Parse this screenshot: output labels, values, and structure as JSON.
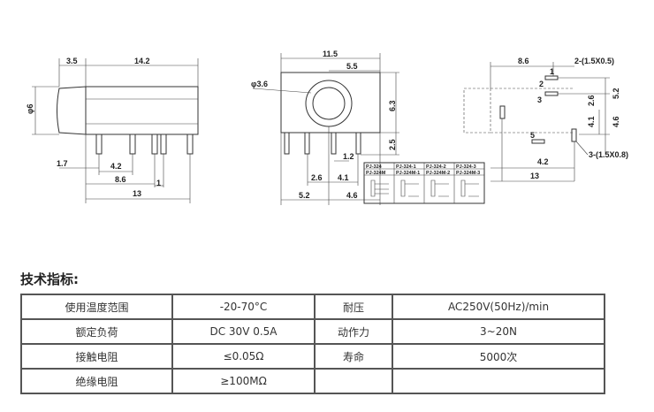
{
  "drawing": {
    "left": {
      "d1": "3.5",
      "d2": "14.2",
      "d3": "φ6",
      "d4": "1.7",
      "d5": "4.2",
      "d6": "8.6",
      "d7": "1",
      "d8": "13"
    },
    "middle": {
      "d1": "11.5",
      "d2": "5.5",
      "d3": "φ3.6",
      "d4": "6.3",
      "d5": "2.5",
      "d6": "1.2",
      "d7": "2.6",
      "d8": "4.1",
      "d9": "5.2",
      "d10": "4.6"
    },
    "right": {
      "d1": "8.6",
      "d2": "2-(1.5X0.5)",
      "p1": "1",
      "p2": "2",
      "p3": "3",
      "d3": "5.2",
      "d4": "2.6",
      "d5": "4.1",
      "d6": "4.6",
      "d7": "5",
      "d8": "4.2",
      "d9": "13",
      "d10": "3-(1.5X0.8)"
    },
    "models": [
      [
        "PJ-324",
        "PJ-324-1",
        "PJ-324-2",
        "PJ-324-3"
      ],
      [
        "PJ-324M",
        "PJ-324M-1",
        "PJ-324M-2",
        "PJ-324M-3"
      ]
    ]
  },
  "title": "技术指标:",
  "specs": [
    [
      "使用温度范围",
      "-20-70°C",
      "耐压",
      "AC250V(50Hz)/min"
    ],
    [
      "额定负荷",
      "DC 30V 0.5A",
      "动作力",
      "3~20N"
    ],
    [
      "接触电阻",
      "≤0.05Ω",
      "寿命",
      "5000次"
    ],
    [
      "绝缘电阻",
      "≥100MΩ",
      "",
      ""
    ]
  ]
}
